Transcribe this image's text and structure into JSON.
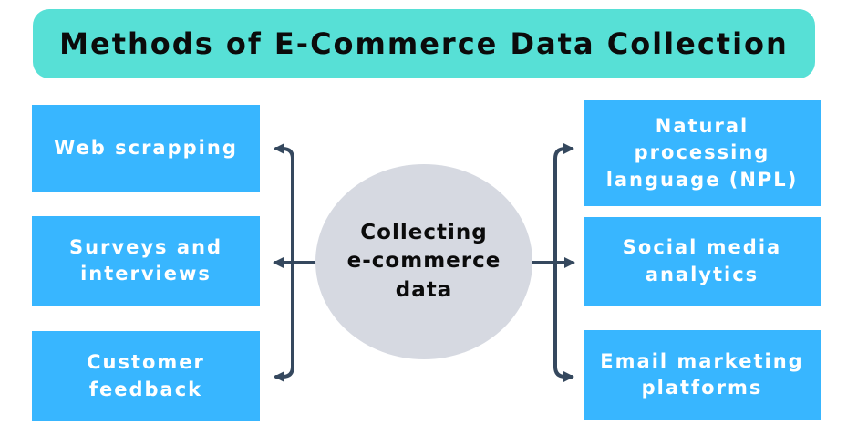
{
  "header": {
    "title": "Methods of E-Commerce Data Collection"
  },
  "center": {
    "label": "Collecting\ne-commerce\ndata"
  },
  "left_items": [
    {
      "label": "Web scrapping"
    },
    {
      "label": "Surveys and\ninterviews"
    },
    {
      "label": "Customer\nfeedback"
    }
  ],
  "right_items": [
    {
      "label": "Natural\nprocessing\nlanguage (NPL)"
    },
    {
      "label": "Social media\nanalytics"
    },
    {
      "label": "Email marketing\nplatforms"
    }
  ],
  "colors": {
    "header_bg": "#57e0d6",
    "box_bg": "#38b6ff",
    "circle_bg": "#d6d9e1",
    "arrow": "#35485e",
    "box_text": "#ffffff",
    "title_text": "#0b0b0b"
  }
}
